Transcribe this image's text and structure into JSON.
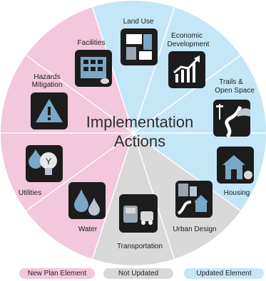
{
  "center_title": {
    "line1": "Implementation",
    "line2": "Actions"
  },
  "colors": {
    "new_plan": "#f3c7dc",
    "not_updated": "#d9d9d9",
    "updated": "#c4e7f7",
    "icon_bg": "#1c1c1c"
  },
  "segments": [
    {
      "key": "land_use",
      "label": "Land Use",
      "status": "updated",
      "icon": "land-use-icon"
    },
    {
      "key": "economic",
      "label1": "Economic",
      "label2": "Development",
      "status": "updated",
      "icon": "chart-up-icon"
    },
    {
      "key": "trails",
      "label1": "Trails &",
      "label2": "Open Space",
      "status": "updated",
      "icon": "trail-icon"
    },
    {
      "key": "housing",
      "label": "Housing",
      "status": "updated",
      "icon": "house-icon"
    },
    {
      "key": "urban",
      "label": "Urban Design",
      "status": "not_updated",
      "icon": "urban-design-icon"
    },
    {
      "key": "transport",
      "label": "Transportation",
      "status": "not_updated",
      "icon": "vehicles-icon"
    },
    {
      "key": "water",
      "label": "Water",
      "status": "new_plan",
      "icon": "water-drops-icon"
    },
    {
      "key": "utilities",
      "label": "Utilities",
      "status": "new_plan",
      "icon": "utilities-icon"
    },
    {
      "key": "hazards",
      "label1": "Hazards",
      "label2": "Mitigation",
      "status": "new_plan",
      "icon": "hazard-icon"
    },
    {
      "key": "facilities",
      "label": "Facilities",
      "status": "new_plan",
      "icon": "building-icon"
    }
  ],
  "legend": [
    {
      "label": "New Plan Element"
    },
    {
      "label": "Not Updated"
    },
    {
      "label": "Updated Element"
    }
  ]
}
